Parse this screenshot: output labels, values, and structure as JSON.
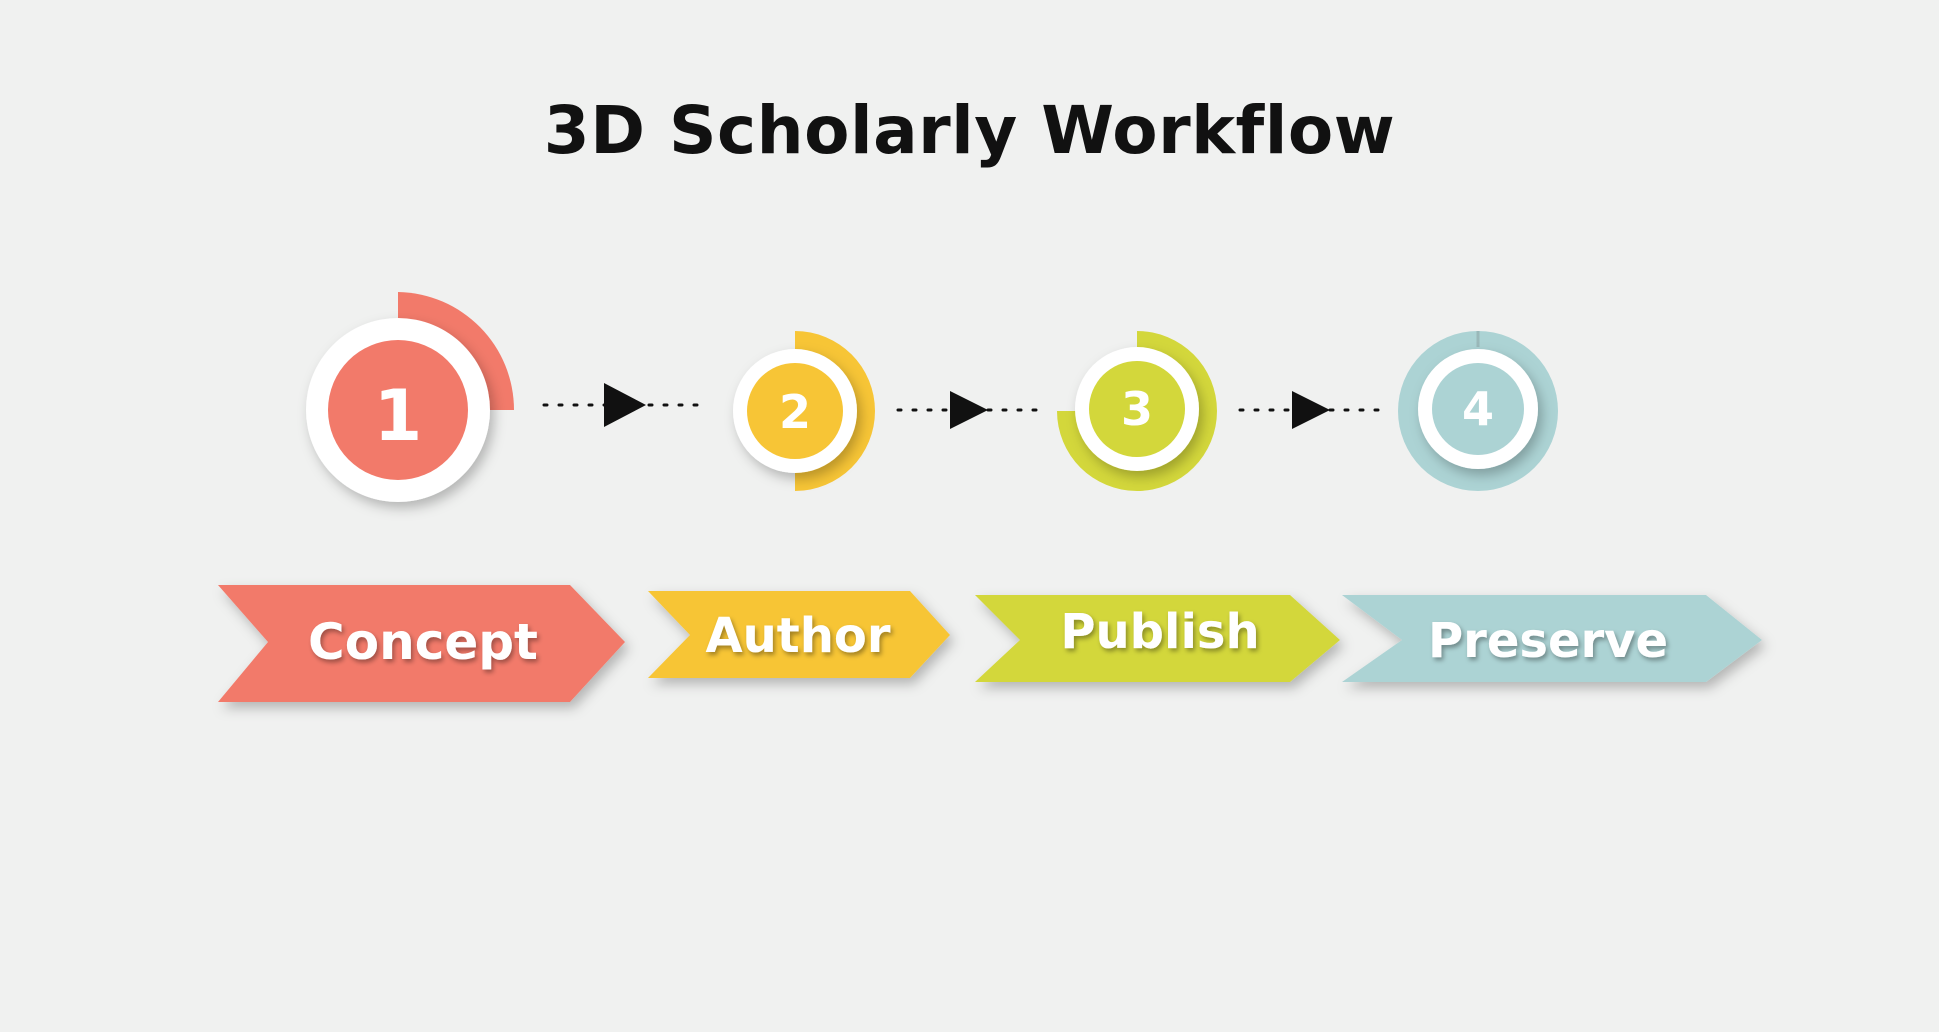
{
  "title": "3D Scholarly Workflow",
  "colors": {
    "background": "#f0f1f0",
    "concept": "#f27a6a",
    "author": "#f7c536",
    "publish": "#d3d73b",
    "preserve": "#acd3d4",
    "connector": "#111111"
  },
  "steps": [
    {
      "number": "1",
      "label": "Concept",
      "color": "#f27a6a"
    },
    {
      "number": "2",
      "label": "Author",
      "color": "#f7c536"
    },
    {
      "number": "3",
      "label": "Publish",
      "color": "#d3d73b"
    },
    {
      "number": "4",
      "label": "Preserve",
      "color": "#acd3d4"
    }
  ]
}
